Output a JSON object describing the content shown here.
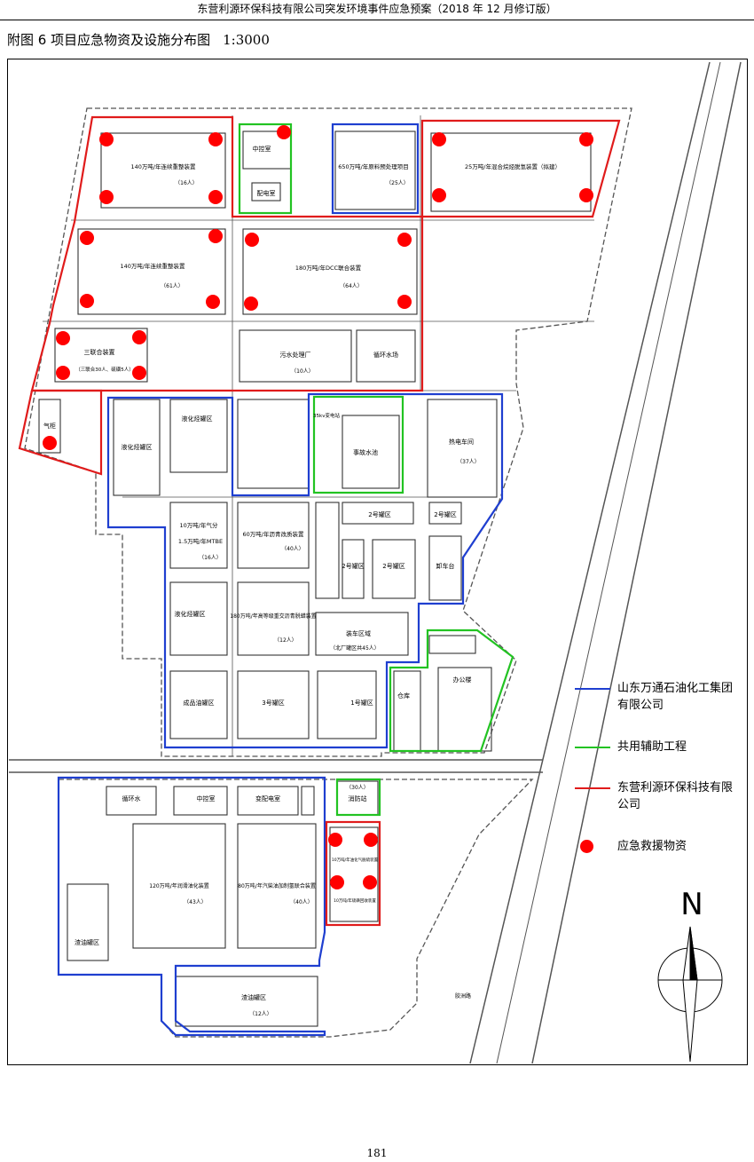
{
  "header": "东营利源环保科技有限公司突发环境事件应急预案（2018 年 12 月修订版）",
  "figure": {
    "title": "附图 6  项目应急物资及设施分布图",
    "scale": "1:3000"
  },
  "north": "N",
  "page_number": "181",
  "colors": {
    "wantong": "#1f3fd0",
    "shared": "#22c322",
    "liyuan": "#e01b1b",
    "supply": "#ff0000",
    "road": "#555555"
  },
  "legend": [
    {
      "kind": "line",
      "color": "#1f3fd0",
      "label": "山东万通石油化工集团有限公司"
    },
    {
      "kind": "line",
      "color": "#22c322",
      "label": "共用辅助工程"
    },
    {
      "kind": "line",
      "color": "#e01b1b",
      "label": "东营利源环保科技有限公司"
    },
    {
      "kind": "dot",
      "color": "#ff0000",
      "label": "应急救援物资"
    }
  ],
  "units": {
    "u1": {
      "name": "140万吨/年连续重整装置",
      "people": "（16人）"
    },
    "u2": {
      "name": "中控室"
    },
    "u3": {
      "name": "配电室"
    },
    "u4": {
      "name": "650万吨/年原料预处理项目",
      "people": "（25人）"
    },
    "u5": {
      "name": "25万吨/年混合烷烃脱氢装置（拟建）"
    },
    "u6": {
      "name": "140万吨/年连续重整装置",
      "people": "（61人）"
    },
    "u7": {
      "name": "180万吨/年DCC联合装置",
      "people": "（64人）"
    },
    "u8": {
      "name": "三联合装置",
      "people": "（三联合30人、硫磺5人）"
    },
    "u9": {
      "name": "污水处理厂",
      "people": "（10人）"
    },
    "u10": {
      "name": "循环水场"
    },
    "u11": {
      "name": "气柜"
    },
    "u12": {
      "name": "液化烃罐区"
    },
    "u13": {
      "name": "液化烃罐区"
    },
    "u14": {
      "name": "35kv变电站"
    },
    "u15": {
      "name": "事故水池"
    },
    "u16": {
      "name": "热电车间",
      "people": "（37人）"
    },
    "u17": {
      "name": "10万吨/年气分",
      "name2": "1.5万吨/年MTBE",
      "people": "（16人）"
    },
    "u18": {
      "name": "60万吨/年沥青改质装置",
      "people": "（40人）"
    },
    "u19": {
      "name": "2号罐区"
    },
    "u20": {
      "name": "2号罐区"
    },
    "u21": {
      "name": "2号罐区"
    },
    "u22": {
      "name": "2号罐区"
    },
    "u23": {
      "name": "卸车台"
    },
    "u24": {
      "name": "液化烃罐区"
    },
    "u25": {
      "name": "180万吨/年高等级重交沥青脱蜡装置",
      "people": "（12人）"
    },
    "u26": {
      "name": "装车区域",
      "people": "（北厂罐区共45人）"
    },
    "u27": {
      "name": "成品油罐区"
    },
    "u28": {
      "name": "3号罐区"
    },
    "u29": {
      "name": "1号罐区"
    },
    "u30": {
      "name": "仓库"
    },
    "u31": {
      "name": "办公楼"
    },
    "u32": {
      "name": "循环水"
    },
    "u33": {
      "name": "中控室"
    },
    "u34": {
      "name": "变配电室"
    },
    "u35": {
      "name": "消防站",
      "people": "（30人）"
    },
    "u36": {
      "name": "120万吨/年润滑油化装置",
      "people": "（43人）"
    },
    "u37": {
      "name": "80万吨/年汽柴油加制氢联合装置",
      "people": "（40人）"
    },
    "u38": {
      "name": "10万吨/年油化气脱硫装置",
      "name2": "10万吨/年硫磺回收装置"
    },
    "u39": {
      "name": "渣油罐区"
    },
    "u40": {
      "name": "渣油罐区",
      "people": "（12人）"
    },
    "u41": {
      "name": "胶洲路"
    }
  }
}
